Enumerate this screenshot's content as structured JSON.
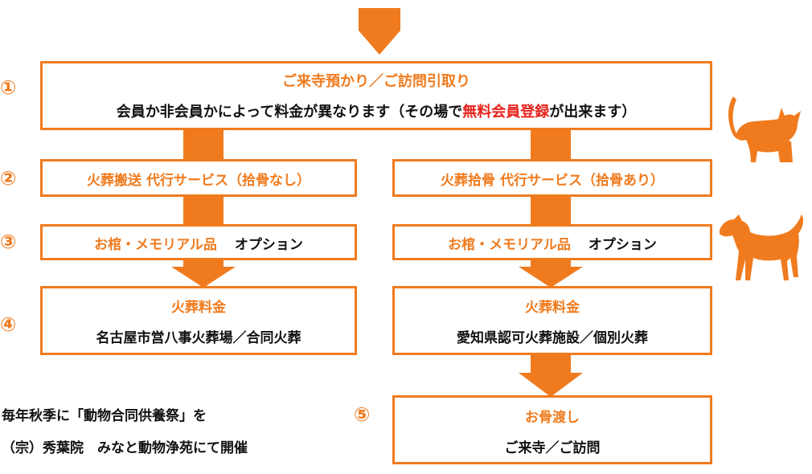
{
  "steps": {
    "s1": {
      "number": "①",
      "title": "ご来寺預かり／ご訪問引取り",
      "body_before": "会員か非会員かによって料金が異なります（その場で",
      "body_highlight": "無料会員登録",
      "body_after": "が出来ます）"
    },
    "s2": {
      "number": "②",
      "left": "火葬搬送 代行サービス（拾骨なし）",
      "right": "火葬拾骨 代行サービス（拾骨あり）"
    },
    "s3": {
      "number": "③",
      "left_label": "お棺・メモリアル品",
      "left_option": "オプション",
      "right_label": "お棺・メモリアル品",
      "right_option": "オプション"
    },
    "s4": {
      "number": "④",
      "left_title": "火葬料金",
      "left_body": "名古屋市営八事火葬場／合同火葬",
      "right_title": "火葬料金",
      "right_body": "愛知県認可火葬施設／個別火葬"
    },
    "s5": {
      "number": "⑤",
      "title": "お骨渡し",
      "body": "ご来寺／ご訪問"
    }
  },
  "note": {
    "line1": "毎年秋季に「動物合同供養祭」を",
    "line2": "（宗）秀葉院　みなと動物浄苑にて開催"
  },
  "colors": {
    "accent": "#f07b1e",
    "highlight": "#e8231d",
    "text": "#111111"
  },
  "icons": [
    "down-arrow-icon",
    "cat-silhouette-icon",
    "dog-silhouette-icon"
  ]
}
